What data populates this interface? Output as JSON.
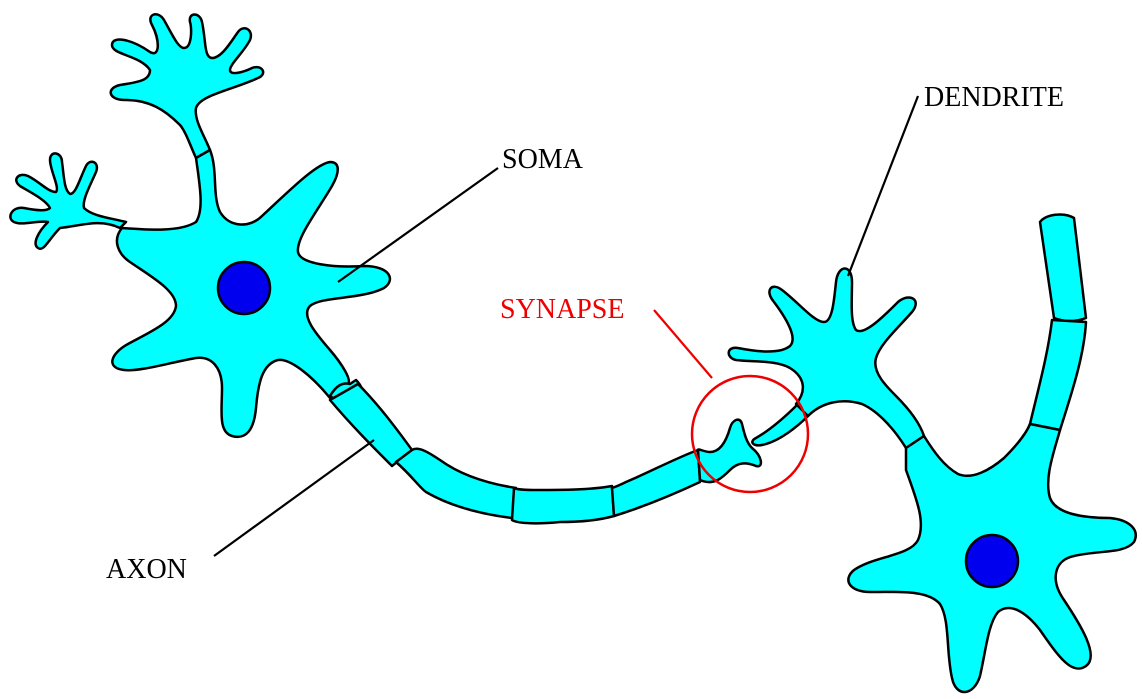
{
  "labels": {
    "soma": "SOMA",
    "dendrite": "DENDRITE",
    "synapse": "SYNAPSE",
    "axon": "AXON"
  },
  "colors": {
    "cell": "#00ffff",
    "nucleus": "#0000ee",
    "outline": "#000000",
    "synapse": "#ee0000",
    "label": "#000000",
    "background": "#ffffff"
  }
}
